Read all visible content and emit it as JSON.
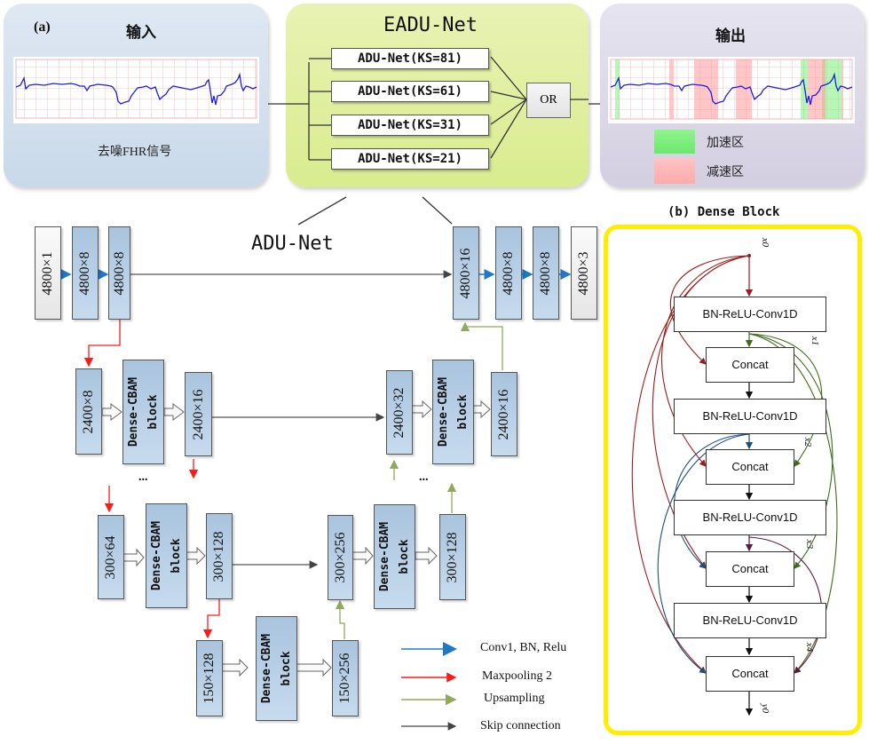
{
  "panel_a": {
    "tag": "(a)",
    "input_title": "输入",
    "input_caption": "去噪FHR信号",
    "eadu_title": "EADU-Net",
    "ks_models": [
      "ADU-Net(KS=81)",
      "ADU-Net(KS=61)",
      "ADU-Net(KS=31)",
      "ADU-Net(KS=21)"
    ],
    "or_label": "OR",
    "output_title": "输出",
    "legend": [
      {
        "label": "加速区",
        "color": "#7df07d"
      },
      {
        "label": "减速区",
        "color": "#ffb3b3"
      }
    ]
  },
  "adunet": {
    "title": "ADU-Net",
    "encoder_top": [
      "4800×1",
      "4800×8",
      "4800×8"
    ],
    "decoder_top": [
      "4800×16",
      "4800×8",
      "4800×8",
      "4800×3"
    ],
    "level2_left": [
      "2400×8",
      "Dense-CBAM\nblock",
      "2400×16"
    ],
    "level2_right": [
      "2400×32",
      "Dense-CBAM\nblock",
      "2400×16"
    ],
    "level3_left": [
      "300×64",
      "Dense-CBAM\nblock",
      "300×128"
    ],
    "level3_right": [
      "300×256",
      "Dense-CBAM\nblock",
      "300×128"
    ],
    "bottom": [
      "150×128",
      "Dense-CBAM\nblock",
      "150×256"
    ],
    "ellipsis": "...",
    "dense_line1": "Dense-CBAM",
    "dense_line2": "block"
  },
  "legend": [
    {
      "label": "Conv1, BN, Relu",
      "color": "#1f77c8"
    },
    {
      "label": "Maxpooling 2",
      "color": "#ff1a1a"
    },
    {
      "label": "Upsampling",
      "color": "#8faa5a"
    },
    {
      "label": "Skip connection",
      "color": "#444444"
    }
  ],
  "panel_b": {
    "title": "(b) Dense Block",
    "border_color": "#ffee00",
    "conv_label": "BN-ReLU-Conv1D",
    "concat_label": "Concat",
    "inputs": [
      "x0",
      "x1",
      "x2",
      "x3",
      "x4"
    ],
    "output": "y0",
    "edge_colors": {
      "x0": "#9b1c1c",
      "x1": "#3f6b1c",
      "x2": "#1d4f7a",
      "x3": "#5c1a3a"
    }
  }
}
